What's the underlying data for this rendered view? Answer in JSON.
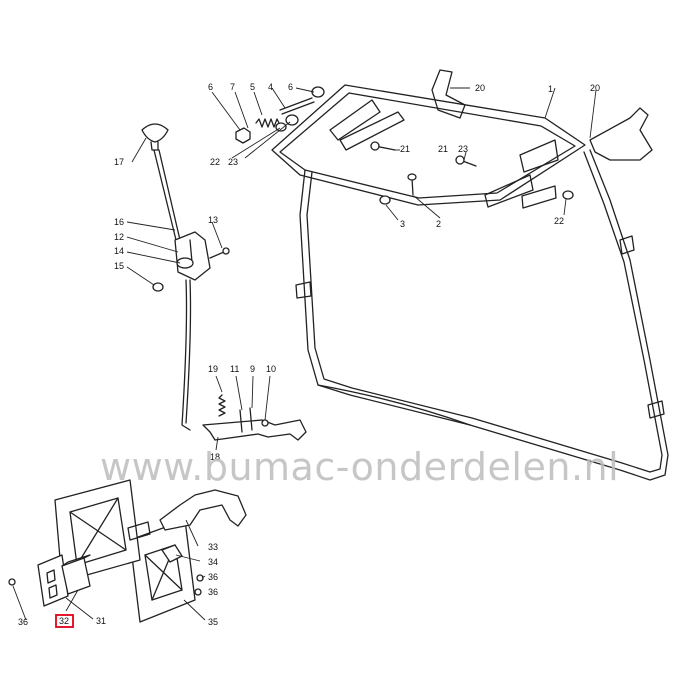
{
  "watermark": "www.bumac-onderdelen.nl",
  "highlight_color": "#e0001a",
  "highlighted_part": "32",
  "part_numbers": {
    "p1": "1",
    "p2": "2",
    "p3": "3",
    "p4": "4",
    "p5": "5",
    "p6a": "6",
    "p6b": "6",
    "p7": "7",
    "p9": "9",
    "p10": "10",
    "p11": "11",
    "p12": "12",
    "p13": "13",
    "p14": "14",
    "p15": "15",
    "p16": "16",
    "p17": "17",
    "p18": "18",
    "p19": "19",
    "p20a": "20",
    "p20b": "20",
    "p21a": "21",
    "p21b": "21",
    "p22a": "22",
    "p22b": "22",
    "p23a": "23",
    "p23b": "23",
    "p31": "31",
    "p32": "32",
    "p33": "33",
    "p34": "34",
    "p35": "35",
    "p36a": "36",
    "p36b": "36",
    "p36c": "36"
  }
}
